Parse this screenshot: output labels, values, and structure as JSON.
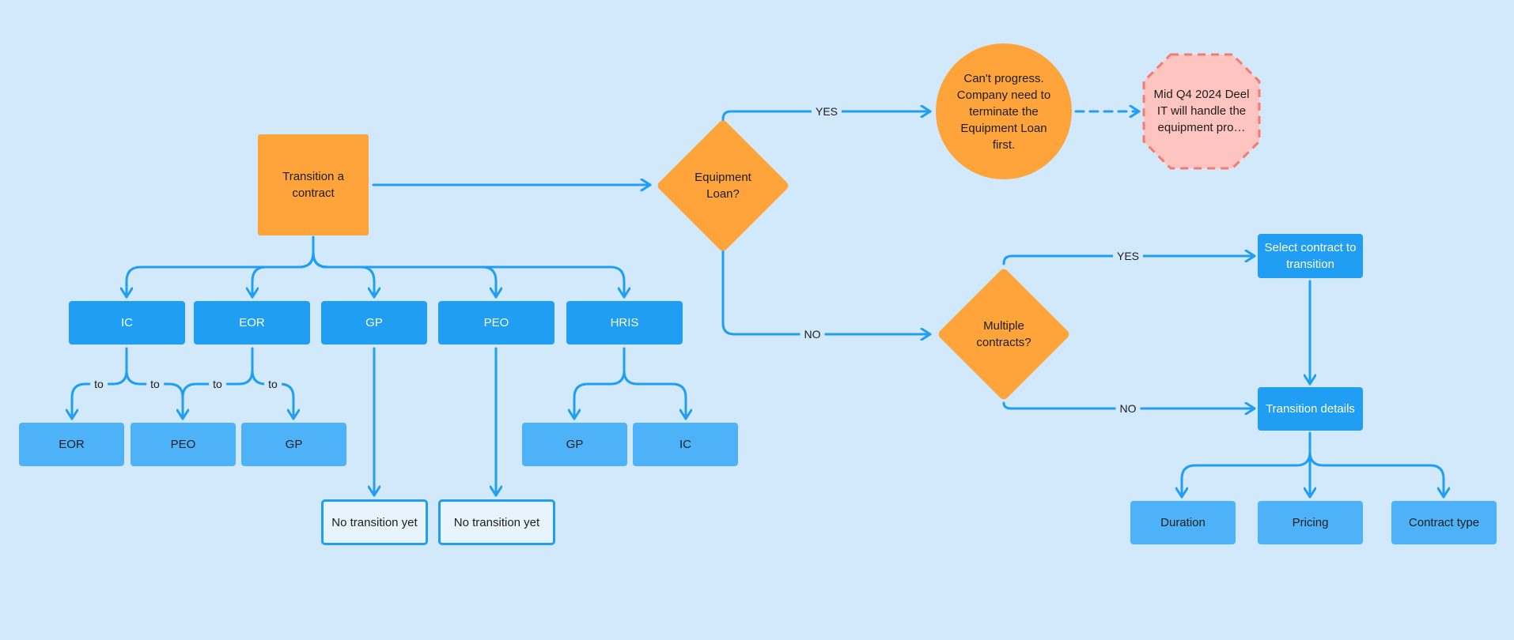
{
  "colors": {
    "background": "#d1e9fb",
    "orange": "#fea43b",
    "blue_dark": "#1f9ef3",
    "blue_light": "#4db2f7",
    "connector": "#1f9ef3",
    "note_fill": "#fec4c0",
    "note_border": "#f87970"
  },
  "nodes": {
    "start": "Transition a contract",
    "equipment_loan": "Equipment Loan?",
    "cant_progress": "Can't progress. Company need to terminate the Equipment Loan first.",
    "future_note": "Mid Q4 2024 Deel IT will handle the equipment pro…",
    "multiple_contracts": "Multiple contracts?",
    "select_contract": "Select contract to transition",
    "transition_details": "Transition details",
    "duration": "Duration",
    "pricing": "Pricing",
    "contract_type": "Contract type",
    "types": {
      "ic": "IC",
      "eor": "EOR",
      "gp": "GP",
      "peo": "PEO",
      "hris": "HRIS"
    },
    "targets": {
      "ic_to_eor": "EOR",
      "to_peo": "PEO",
      "eor_to_gp": "GP",
      "hris_to_gp": "GP",
      "hris_to_ic": "IC",
      "gp_none": "No transition yet",
      "peo_none": "No transition yet"
    }
  },
  "edge_labels": {
    "yes_loan": "YES",
    "no_loan": "NO",
    "yes_multi": "YES",
    "no_multi": "NO",
    "to_1": "to",
    "to_2": "to",
    "to_3": "to",
    "to_4": "to"
  }
}
